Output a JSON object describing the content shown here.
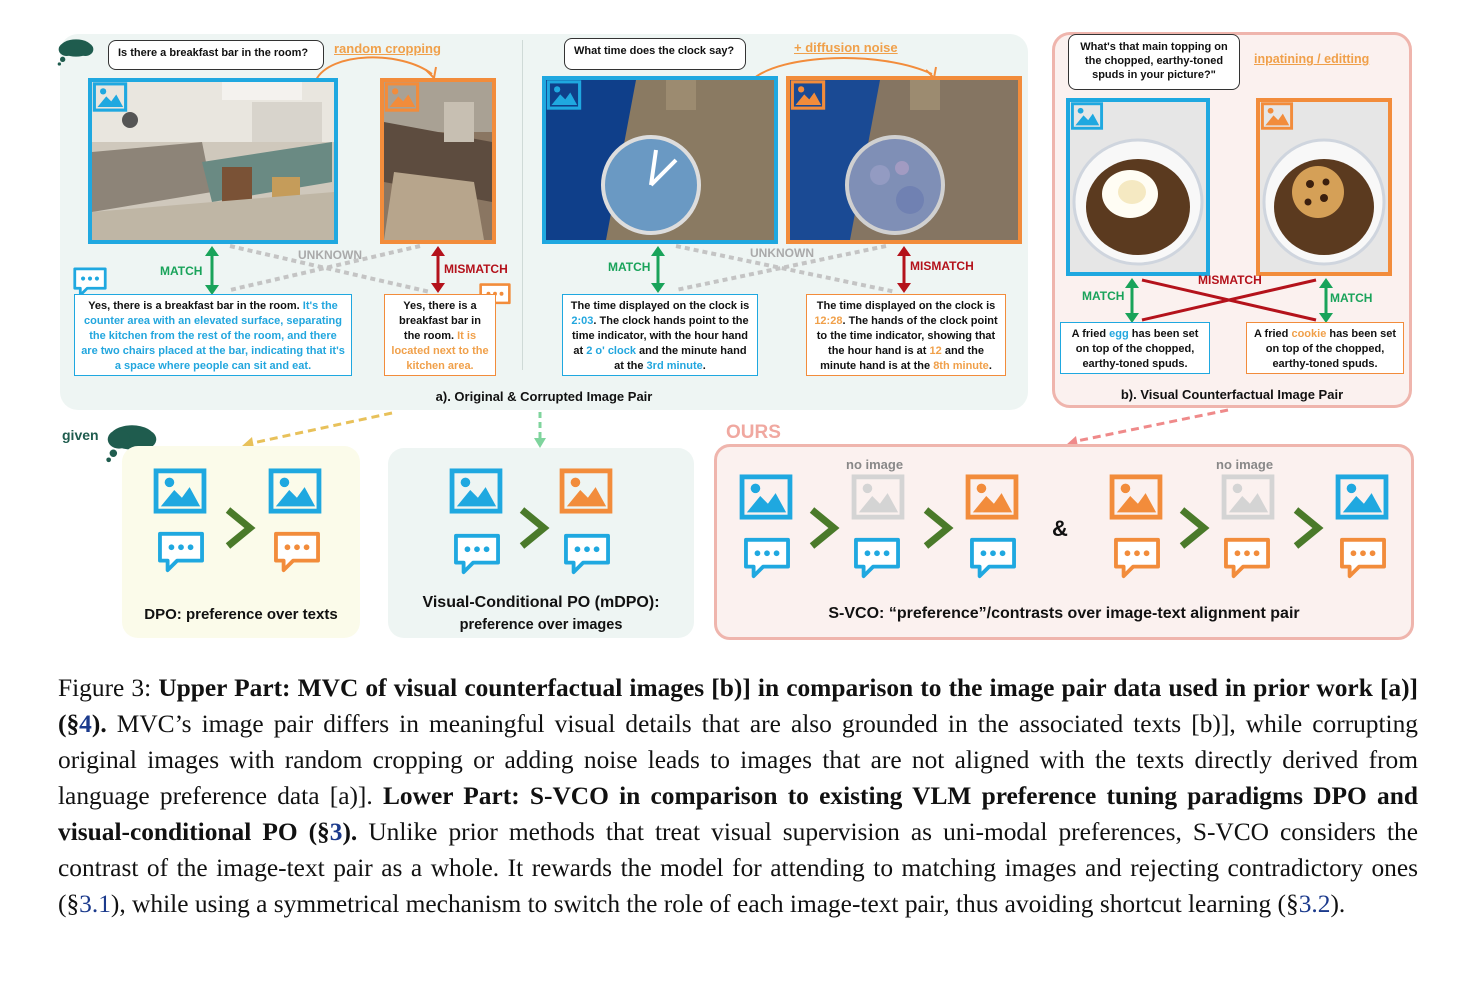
{
  "panel_a": {
    "q1": "Is there a breakfast bar in the room?",
    "q1_op": "random cropping",
    "resp1_orig_lead": "Yes, there is a breakfast bar in the room.",
    "resp1_orig_detail": "It's the counter area with an elevated surface, separating the kitchen from the rest of the room, and there are two chairs placed at the bar, indicating that it's a space where people can sit and eat.",
    "resp1_crop_lead": "Yes, there is a breakfast bar in the room.",
    "resp1_crop_detail": "It is located next to the kitchen area.",
    "q2": "What time does the clock say?",
    "q2_op": "+ diffusion noise",
    "resp2_orig_p1": "The time displayed on the clock is",
    "resp2_orig_t1": "2:03",
    "resp2_orig_p2": ". The clock hands point to the time indicator, with the hour hand at",
    "resp2_orig_t2": "2 o' clock",
    "resp2_orig_p3": "and the minute hand at the",
    "resp2_orig_t3": "3rd minute",
    "resp2_orig_p4": ".",
    "resp2_noise_p1": "The time displayed on the clock is",
    "resp2_noise_t1": "12:28",
    "resp2_noise_p2": ". The hands of the clock point to the time indicator, showing that the hour hand is at",
    "resp2_noise_t2": "12",
    "resp2_noise_p3": "and the minute hand is at the",
    "resp2_noise_t3": "8th minute",
    "resp2_noise_p4": ".",
    "match": "MATCH",
    "mismatch": "MISMATCH",
    "unknown": "UNKNOWN",
    "caption": "a). Original & Corrupted Image Pair"
  },
  "panel_b": {
    "q": "What's that main topping on the chopped, earthy-toned spuds in your picture?\"",
    "op": "inpatining / editting",
    "resp_left_p1": "A fried",
    "resp_left_t": "egg",
    "resp_left_p2": "has been set on top of the chopped, earthy-toned spuds.",
    "resp_right_p1": "A fried",
    "resp_right_t": "cookie",
    "resp_right_p2": "has been set on top of the chopped, earthy-toned spuds.",
    "match": "MATCH",
    "mismatch": "MISMATCH",
    "caption": "b). Visual Counterfactual Image Pair"
  },
  "lower": {
    "given": "given",
    "ours": "OURS",
    "no_image": "no image",
    "amp": "&",
    "dpo_bold": "DPO",
    "dpo_rest": ": preference over texts",
    "vcpo_line1": "Visual-Conditional PO (mDPO):",
    "vcpo_line2": "preference over images",
    "svco": "S-VCO: “preference”/contrasts over image-text alignment pair"
  },
  "caption": {
    "fig": "Figure 3:",
    "b1": "Upper Part: MVC of visual counterfactual images [b)] in comparison to the image pair data used in prior work [a)] (§",
    "r1": "4",
    "b1end": ").",
    "t1": "MVC’s image pair differs in meaningful visual details that are also grounded in the associated texts [b)], while corrupting original images with random cropping or adding noise leads to images that are not aligned with the texts directly derived from language preference data [a)].",
    "b2": "Lower Part: S-VCO in comparison to existing VLM preference tuning paradigms DPO and visual-conditional PO (§",
    "r2": "3",
    "b2end": ").",
    "t2": "Unlike prior methods that treat visual supervision as uni-modal preferences, S-VCO considers the contrast of the image-text pair as a whole. It rewards the model for attending to matching images and rejecting contradictory ones (§",
    "r3": "3.1",
    "t3": "), while using a symmetrical mechanism to switch the role of each image-text pair, thus avoiding shortcut learning (§",
    "r4": "3.2",
    "t4": ")."
  },
  "colors": {
    "blue": "#1fa8e0",
    "orange": "#f28c3b",
    "green": "#19a35a",
    "red": "#b4121b",
    "gray": "#c8c8c8",
    "pink": "#efb5ad"
  }
}
